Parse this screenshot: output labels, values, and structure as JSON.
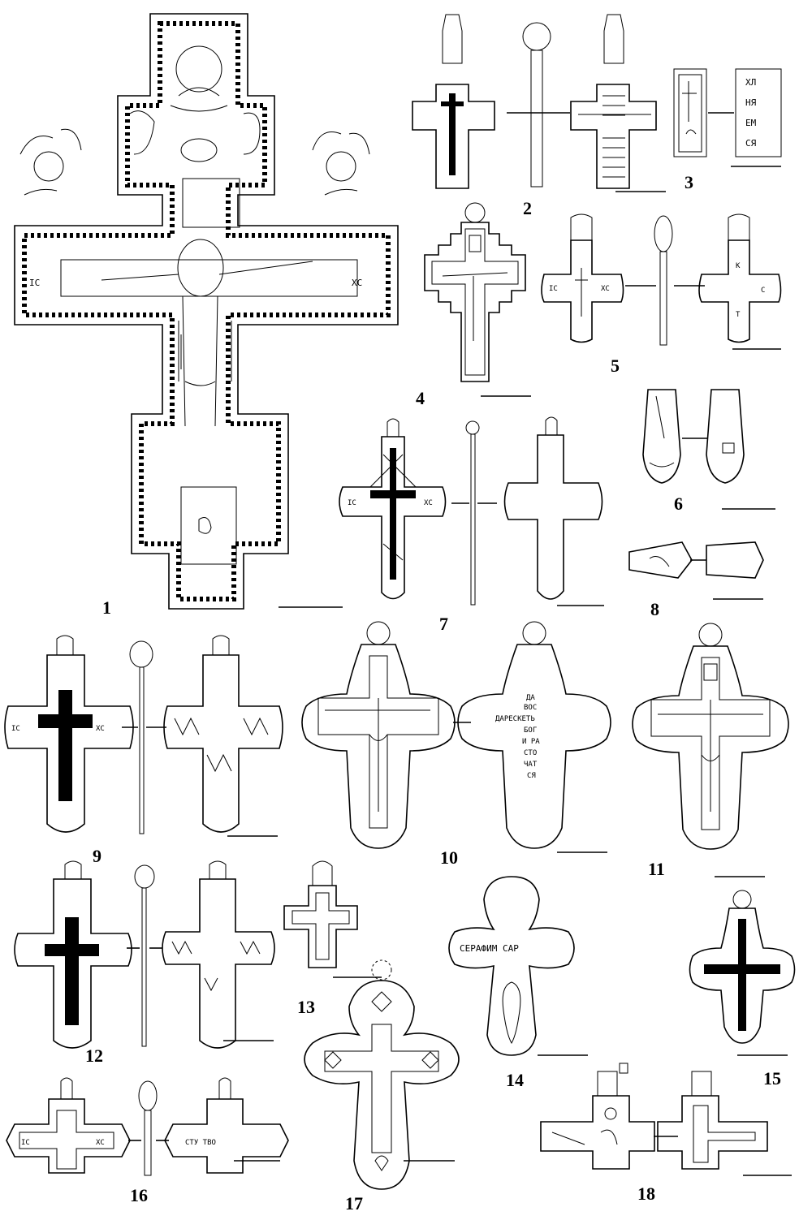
{
  "figures": [
    {
      "number": "1"
    },
    {
      "number": "2"
    },
    {
      "number": "3"
    },
    {
      "number": "4"
    },
    {
      "number": "5"
    },
    {
      "number": "6"
    },
    {
      "number": "7"
    },
    {
      "number": "8"
    },
    {
      "number": "9"
    },
    {
      "number": "10"
    },
    {
      "number": "11"
    },
    {
      "number": "12"
    },
    {
      "number": "13"
    },
    {
      "number": "14"
    },
    {
      "number": "15"
    },
    {
      "number": "16"
    },
    {
      "number": "17"
    },
    {
      "number": "18"
    }
  ],
  "inscriptions": {
    "f1_ic": "IC",
    "f1_xc": "XC",
    "f3_back": [
      "ХЛ",
      "НЯ",
      "ЕМ",
      "СЯ"
    ],
    "f5_ic": "IC",
    "f5_xc": "XC",
    "f5_back": [
      "К",
      "С",
      "Т"
    ],
    "f7_ic": "IC",
    "f7_xc": "XC",
    "f9_ic": "IC",
    "f9_xc": "XC",
    "f10_back": [
      "ДА",
      "ВОС",
      "ДАРЕСКЕТЬ",
      "БОГ",
      "И РА",
      "СТО",
      "ЧАТ",
      "СЯ"
    ],
    "f14_line": "СЕРАФИМ САР",
    "f16_ic": "IC",
    "f16_xc": "XC",
    "f16_back": "СТУ  ТВО"
  }
}
